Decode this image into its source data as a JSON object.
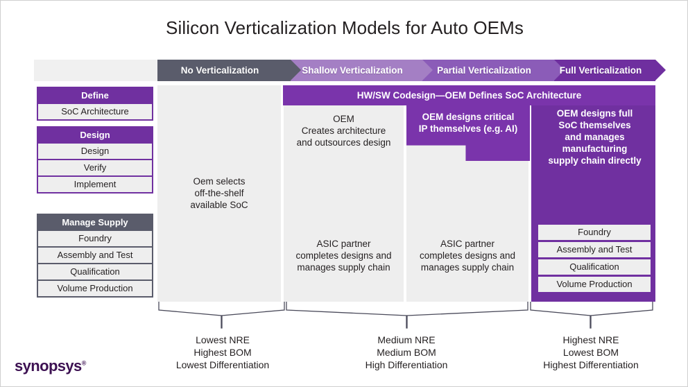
{
  "title": "Silicon Verticalization Models for Auto OEMs",
  "header": {
    "blank_label": "",
    "stages": [
      {
        "label": "No Verticalization",
        "color": "#5a5c6b"
      },
      {
        "label": "Shallow Verticalization",
        "color": "#a47fc4"
      },
      {
        "label": "Partial Verticalization",
        "color": "#8b5cb8"
      },
      {
        "label": "Full Verticalization",
        "color": "#6f2f9f"
      }
    ]
  },
  "sidebar": {
    "groups": [
      {
        "heading": "Define",
        "accent": "#7030a0",
        "items": [
          "SoC Architecture"
        ]
      },
      {
        "heading": "Design",
        "accent": "#7030a0",
        "items": [
          "Design",
          "Verify",
          "Implement"
        ]
      },
      {
        "heading": "Manage Supply",
        "accent": "#5a5c6b",
        "items": [
          "Foundry",
          "Assembly and Test",
          "Qualification",
          "Volume Production"
        ]
      }
    ]
  },
  "main": {
    "banner": "HW/SW Codesign—OEM Defines SoC Architecture",
    "columns": {
      "no_vert": {
        "body": "Oem selects\noff-the-shelf\navailable SoC"
      },
      "shallow": {
        "top": "OEM\nCreates architecture\nand outsources design",
        "bottom": "ASIC partner\ncompletes designs and\nmanages supply chain"
      },
      "partial": {
        "callout": "OEM designs critical\nIP themselves (e.g. AI)",
        "bottom": "ASIC partner\ncompletes designs and\nmanages supply chain"
      },
      "full": {
        "top": "OEM designs full\nSoC themselves\nand manages\nmanufacturing\nsupply chain directly",
        "items": [
          "Foundry",
          "Assembly and Test",
          "Qualification",
          "Volume Production"
        ]
      }
    }
  },
  "captions": [
    "Lowest NRE\nHighest BOM\nLowest Differentiation",
    "Medium NRE\nMedium BOM\nHigh Differentiation",
    "Highest NRE\nLowest BOM\nHighest Differentiation"
  ],
  "logo": {
    "text": "synopsys",
    "mark": "®",
    "color": "#3d1152"
  }
}
